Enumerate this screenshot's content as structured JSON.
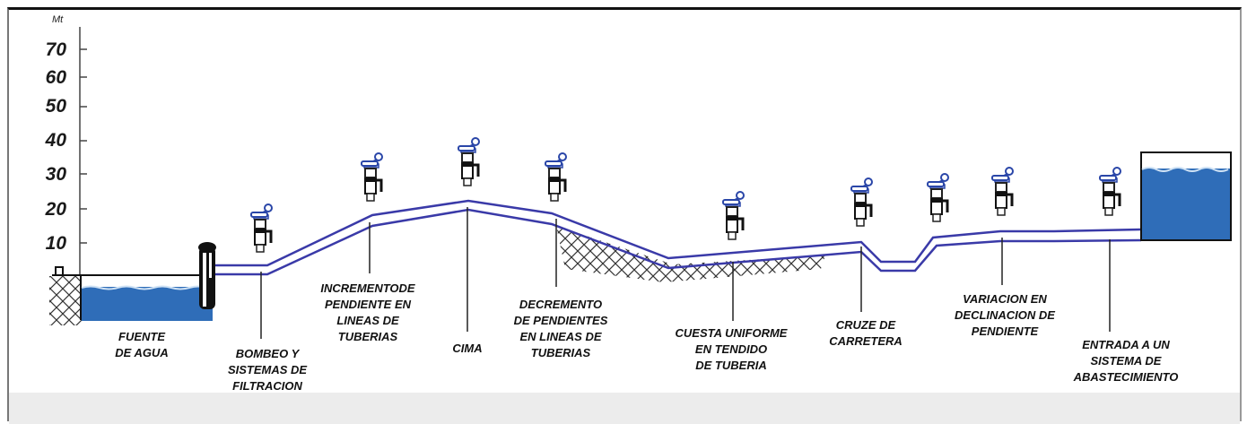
{
  "axis": {
    "unit": "Mt",
    "ticks": [
      "70",
      "60",
      "50",
      "40",
      "30",
      "20",
      "10"
    ]
  },
  "labels": {
    "source": "FUENTE\nDE AGUA",
    "pump": "BOMBEO Y\nSISTEMAS DE\nFILTRACION",
    "increase": "INCREMENTODE\nPENDIENTE EN\nLINEAS DE\nTUBERIAS",
    "peak": "CIMA",
    "decrease": "DECREMENTO\nDE PENDIENTES\nEN LINEAS DE\nTUBERIAS",
    "uniform": "CUESTA UNIFORME\nEN   TENDIDO\nDE TUBERIA",
    "road": "CRUZE DE\nCARRETERA",
    "variation": "VARIACION EN\nDECLINACION DE\nPENDIENTE",
    "entry": "ENTRADA A UN\nSISTEMA DE\nABASTECIMIENTO"
  },
  "colors": {
    "water": "#2f6db8",
    "pipe": "#3a3aa8",
    "valve": "#2a46a8",
    "hatch": "#333333"
  },
  "icons": [
    "air-valve-icon",
    "pump-icon",
    "water-tank-icon",
    "water-source-icon"
  ]
}
